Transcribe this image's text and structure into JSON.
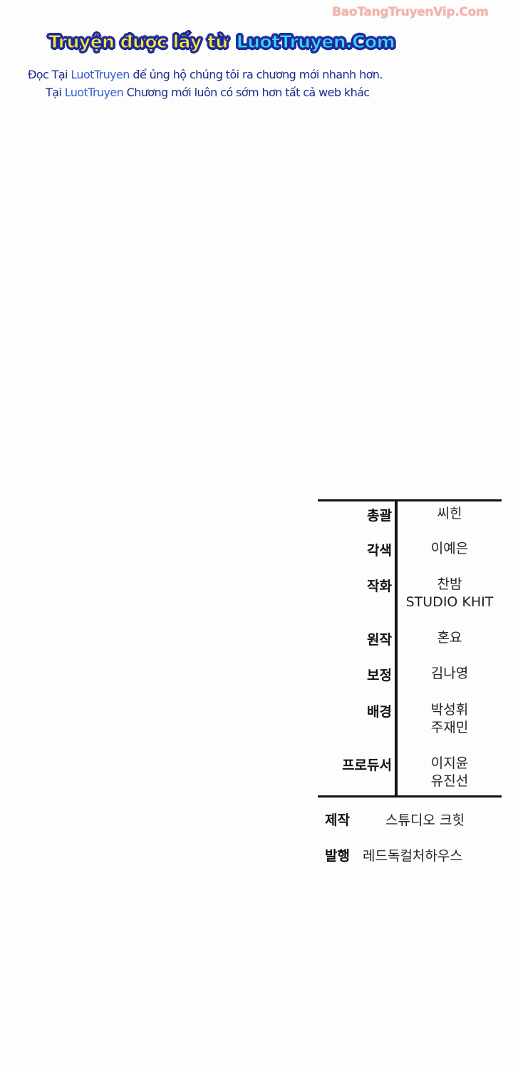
{
  "watermark": {
    "text": "BaoTangTruyenVip.Com",
    "color": "#f2b3ad"
  },
  "promo": {
    "title_prefix": "Truyện được lấy từ",
    "title_site": "LuotTruyen.Com",
    "line1": {
      "before": "Đọc Tại ",
      "link": "LuotTruyen",
      "after": " để ủng hộ chúng tôi ra chương mới nhanh hơn."
    },
    "line2": {
      "before": "Tại ",
      "link": "LuotTruyen",
      "after": " Chương mới luôn có sớm hơn tất cả web khác"
    },
    "colors": {
      "title_yellow": "#ffe83a",
      "title_cyan": "#3ad6ff",
      "outline": "#1e2c9a",
      "text": "#1a2a8a",
      "link": "#2f5fd0"
    }
  },
  "credits": {
    "rows": [
      {
        "role": "총괄",
        "names": [
          "씨힌"
        ]
      },
      {
        "role": "각색",
        "names": [
          "이예은"
        ]
      },
      {
        "role": "작화",
        "names": [
          "찬밤",
          "STUDIO KHIT"
        ]
      },
      {
        "role": "원작",
        "names": [
          "혼요"
        ]
      },
      {
        "role": "보정",
        "names": [
          "김나영"
        ]
      },
      {
        "role": "배경",
        "names": [
          "박성휘",
          "주재민"
        ]
      },
      {
        "role": "프로듀서",
        "names": [
          "이지윤",
          "유진선"
        ]
      }
    ],
    "footer": [
      {
        "role": "제작",
        "value": "스튜디오 크힛"
      },
      {
        "role": "발행",
        "value": "레드독컬처하우스"
      }
    ]
  }
}
